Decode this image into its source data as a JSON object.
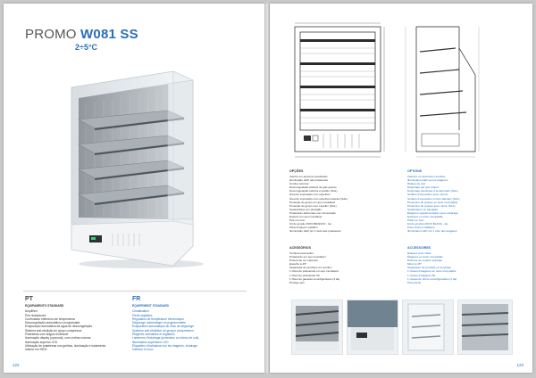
{
  "header": {
    "prefix": "PROMO",
    "model": "W081 SS",
    "temperature": "2÷5°C"
  },
  "left_page": {
    "page_number": "122",
    "pt": {
      "language": "PT",
      "heading": "EQUIPAMENTO STANDARD",
      "items": [
        "Amplified",
        "Pés niveladores",
        "Controlador eletrónico de temperatura",
        "Descongelação automática e programada",
        "Evaporação automática da água de descongelação",
        "Sistema anti-ebulição do grupo compressor",
        "Prateleiras com ângulo inclinável",
        "Iluminação display (opcional), com cortina noturna",
        "Iluminação superior LED",
        "Utilização de prateleiras nos grelhas, iluminação e isolamento",
        "Interior em INOX"
      ]
    },
    "fr": {
      "language": "FR",
      "heading": "ÉQUIPEMENT STANDARD",
      "items": [
        "Climatisation",
        "Pieds réglables",
        "Régulation de température électronique",
        "Dégivrage automatique et programmable",
        "Évaporation automatique de l'eau de dégivrage",
        "Système anti-ébullition du groupe compresseur",
        "Étagères inclinables et réglables",
        "Lanternes d'éclairage (protection ou rideau de nuit)",
        "Illumination supérieure LED",
        "Étiquettes d'inclinaison sur les étagères, éclairage",
        "Intérieur en inox"
      ]
    }
  },
  "right_page": {
    "page_number": "123",
    "options_pt": {
      "heading": "OPÇÕES",
      "items": [
        "Interior em alumínio anodizado",
        "Iluminação LED nas prateleiras",
        "Cortina noturna",
        "Descongelação através de gás quente",
        "Descongelação elétrica a pedido (SAL)",
        "Área de exposição com espelhos",
        "Área de exposição com espelhos laterais (SAL)",
        "Proteção de grupo em aço inoxidável",
        "Proteção de grupo com espelho (SAL)",
        "Separadores em plexiglás",
        "Prateleiras adicionais com iluminação",
        "Exterior em aço inoxidável",
        "Pés em inox",
        "Kit de junção INOX BRANCO - lat.",
        "Pára-choques metálico",
        "Iluminação LED por 1 lado das prateleiras"
      ]
    },
    "options_fr": {
      "heading": "OPTIONS",
      "items": [
        "Intérieur en aluminium anodisé",
        "Illumination LED sur les étagères",
        "Rideau de nuit",
        "Dégivrage par gaz chaud",
        "Dégivrage électrique à la demande (SAL)",
        "Surface d'exposition avec miroirs",
        "Surface d'exposition miroirs latéraux (SAL)",
        "Protection du groupe en acier inoxydable",
        "Protection du groupe avec miroir (SAL)",
        "Séparateurs en plexiglas",
        "Étagères supplémentaires avec éclairage",
        "Extérieur en acier inoxydable",
        "Pieds en inox",
        "Kit de jonction INOX BLANC - lat.",
        "Pare-chocs métallique",
        "Illumination LED sur 1 côté des étagères"
      ]
    },
    "accessories_pt": {
      "heading": "ACESSÓRIOS",
      "items": [
        "Cortinas para lados",
        "Prateleiras em aço inoxidável",
        "Pintura de cor especial",
        "Espelho à 45°",
        "Separador de produtos em acrílico",
        "1 Nível de prateleiras em aço inoxidável",
        "1 Nível de prateleiras 50",
        "1 Nível de gavetas reconfiguráveis (4 lat)",
        "Protege-pés"
      ]
    },
    "accessories_fr": {
      "heading": "ACCESSOIRES",
      "items": [
        "Rideaux pour côtés",
        "Étagères en acier inoxydable",
        "Peinture de couleur spéciale",
        "Miroir à 45°",
        "Séparateur de produits en acrylique",
        "1 niveau d'étagères en acier inoxydable",
        "1 niveau d'étagères 50",
        "1 niveau de tiroirs reconfigurables (4 lat)",
        "Pare-pieds"
      ]
    }
  },
  "colors": {
    "accent": "#2a6fb8",
    "text": "#333333",
    "title_grey": "#555555"
  }
}
